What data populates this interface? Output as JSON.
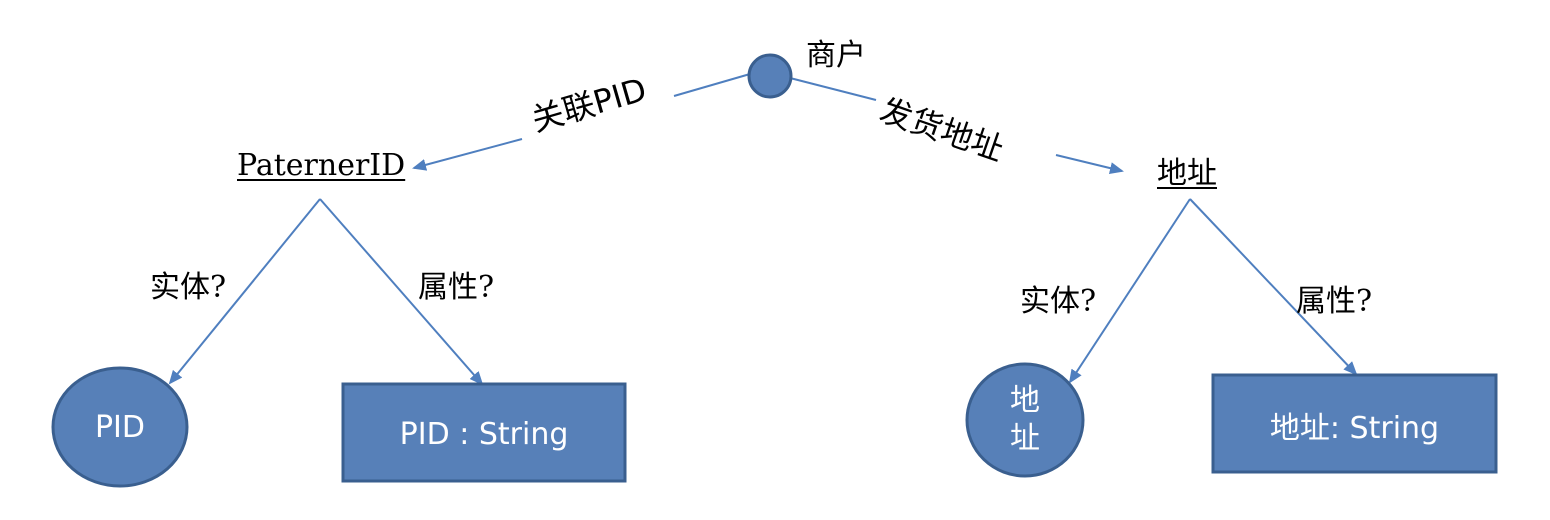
{
  "diagram": {
    "root": {
      "label": "商户"
    },
    "edges": {
      "left": {
        "label": "关联PID"
      },
      "right": {
        "label": "发货地址"
      }
    },
    "left_branch": {
      "title": "PaternerID",
      "entity_question": "实体?",
      "attribute_question": "属性?",
      "entity_node": "PID",
      "attribute_node": "PID : String"
    },
    "right_branch": {
      "title": "地址",
      "entity_question": "实体?",
      "attribute_question": "属性?",
      "entity_node_line1": "地",
      "entity_node_line2": "址",
      "attribute_node": "地址: String"
    },
    "colors": {
      "node_fill": "#5780b8",
      "node_stroke": "#3a5f8f",
      "edge": "#4f7fbf",
      "text": "#000000",
      "node_text": "#ffffff"
    }
  }
}
